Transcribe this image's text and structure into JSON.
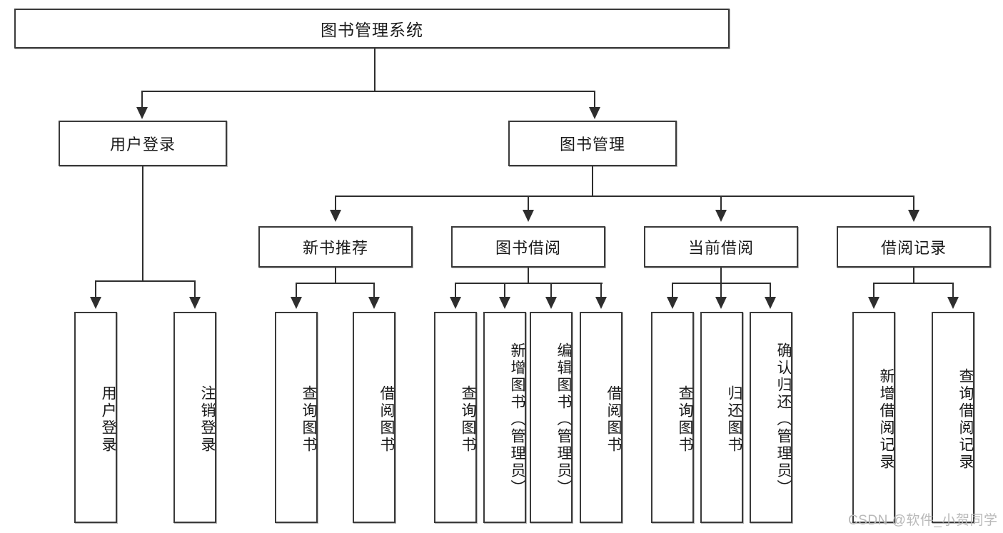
{
  "diagram": {
    "type": "tree-hierarchy",
    "title_node": {
      "label": "图书管理系统"
    },
    "level2": [
      {
        "id": "user-login",
        "label": "用户登录"
      },
      {
        "id": "book-management",
        "label": "图书管理"
      }
    ],
    "level3": [
      {
        "id": "new-book-recommend",
        "label": "新书推荐"
      },
      {
        "id": "book-borrow",
        "label": "图书借阅"
      },
      {
        "id": "current-borrow",
        "label": "当前借阅"
      },
      {
        "id": "borrow-record",
        "label": "借阅记录"
      }
    ],
    "leaves": {
      "user_login": [
        {
          "id": "leaf-user-login",
          "label": "用户登录"
        },
        {
          "id": "leaf-logout-login",
          "label": "注销登录"
        }
      ],
      "new_book_recommend": [
        {
          "id": "leaf-query-book-1",
          "label": "查询图书"
        },
        {
          "id": "leaf-borrow-book-1",
          "label": "借阅图书"
        }
      ],
      "book_borrow": [
        {
          "id": "leaf-query-book-2",
          "label": "查询图书"
        },
        {
          "id": "leaf-add-book",
          "label": "新增图书（管理员）"
        },
        {
          "id": "leaf-edit-book",
          "label": "编辑图书（管理员）"
        },
        {
          "id": "leaf-borrow-book-2",
          "label": "借阅图书"
        }
      ],
      "current_borrow": [
        {
          "id": "leaf-query-book-3",
          "label": "查询图书"
        },
        {
          "id": "leaf-return-book",
          "label": "归还图书"
        },
        {
          "id": "leaf-confirm-return",
          "label": "确认归还（管理员）"
        }
      ],
      "borrow_record": [
        {
          "id": "leaf-add-borrow-record",
          "label": "新增借阅记录"
        },
        {
          "id": "leaf-query-borrow-record",
          "label": "查询借阅记录"
        }
      ]
    }
  },
  "watermark": {
    "text": "CSDN @软件_小贺同学"
  },
  "colors": {
    "border": "#3a3a3a",
    "edge": "#2e2e2e",
    "text": "#1a1a1a",
    "background": "#ffffff",
    "watermark": "#b9b9b9"
  }
}
